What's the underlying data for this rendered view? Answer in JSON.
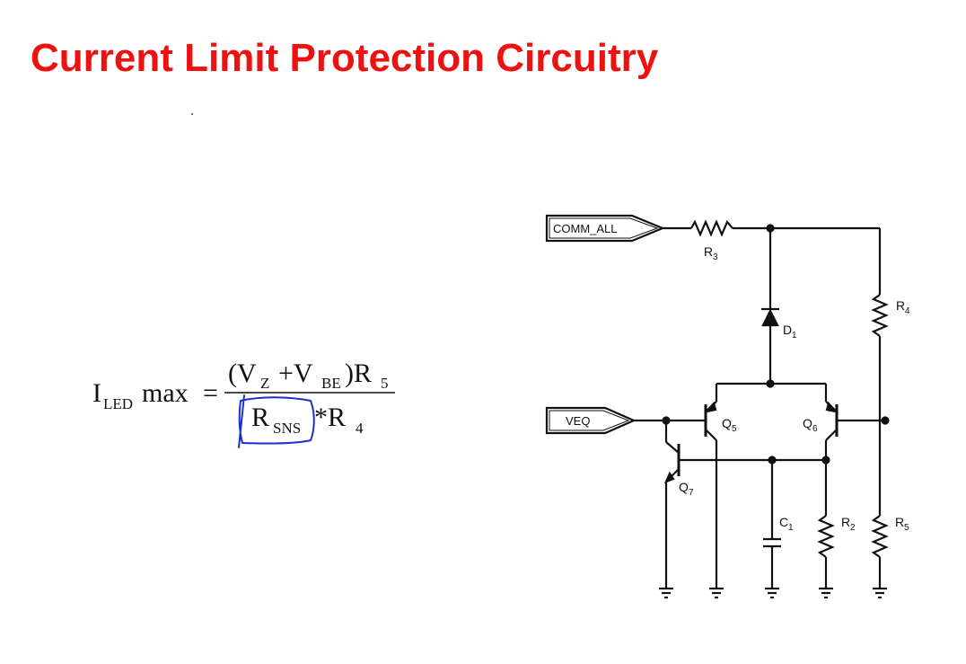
{
  "slide": {
    "title": "Current Limit Protection Circuitry"
  },
  "formula": {
    "lhs_main": "I",
    "lhs_sub": "LED",
    "lhs_suffix": "max",
    "equals": "=",
    "num_open": "(V",
    "num_vz_sub": "Z",
    "num_plus": "+V",
    "num_vbe_sub": "BE",
    "num_close": ")R",
    "num_r5_sub": "5",
    "den_r": "R",
    "den_sns_sub": "SNS",
    "den_times": "*R",
    "den_r4_sub": "4",
    "annotation_color": "#1a2fcc"
  },
  "circuit": {
    "ports": {
      "comm_all": "COMM_ALL",
      "veq": "VEQ"
    },
    "components": {
      "r3": {
        "name": "R",
        "sub": "3"
      },
      "r4": {
        "name": "R",
        "sub": "4"
      },
      "r2": {
        "name": "R",
        "sub": "2"
      },
      "r5": {
        "name": "R",
        "sub": "5"
      },
      "d1": {
        "name": "D",
        "sub": "1"
      },
      "c1": {
        "name": "C",
        "sub": "1"
      },
      "q5": {
        "name": "Q",
        "sub": "5"
      },
      "q6": {
        "name": "Q",
        "sub": "6"
      },
      "q7": {
        "name": "Q",
        "sub": "7"
      }
    }
  },
  "colors": {
    "title": "#ee1111",
    "wire": "#111111",
    "annotation": "#1a2fcc"
  }
}
